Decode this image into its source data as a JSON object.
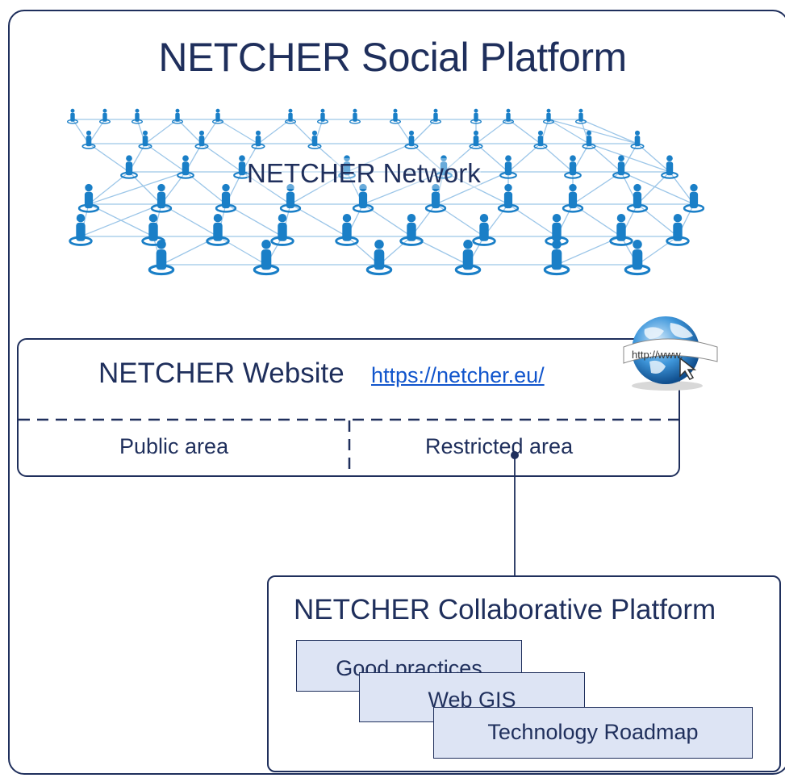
{
  "title": "NETCHER Social Platform",
  "network": {
    "label": "NETCHER Network",
    "accent_color": "#1a7fc7"
  },
  "website": {
    "title": "NETCHER Website",
    "url": "https://netcher.eu/",
    "public_area": "Public area",
    "restricted_area": "Restricted area",
    "globe_text": "http://www."
  },
  "collaborative": {
    "title": "NETCHER Collaborative Platform",
    "tools": [
      "Good practices",
      "Web GIS",
      "Technology Roadmap"
    ]
  },
  "colors": {
    "frame": "#1f2f5c",
    "tool_fill": "#dde4f4",
    "link": "#1155cc"
  }
}
